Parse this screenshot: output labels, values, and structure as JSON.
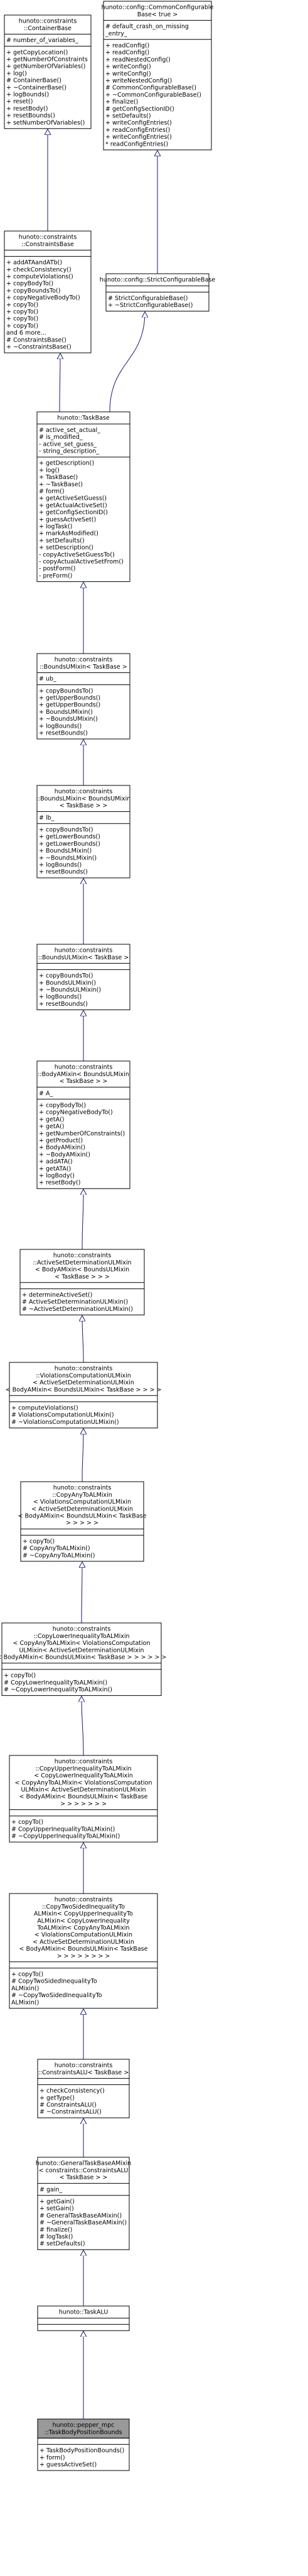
{
  "diagram": {
    "type": "class-inheritance-graph",
    "colors": {
      "node_fill": "#ffffff",
      "node_stroke": "#000000",
      "focus_fill": "#999999",
      "edge": "#191970",
      "text": "#000000"
    },
    "classes": [
      {
        "id": "container_base",
        "title": [
          "hunoto::constraints",
          "::ContainerBase"
        ],
        "attributes": [
          "# number_of_variables_"
        ],
        "operations": [
          "+ getCopyLocation()",
          "+ getNumberOfConstraints",
          "+ getNumberOfVariables()",
          "+ log()",
          "# ContainerBase()",
          "+ ~ContainerBase()",
          "+ logBounds()",
          "+ reset()",
          "+ resetBody()",
          "+ resetBounds()",
          "+ setNumberOfVariables()"
        ]
      },
      {
        "id": "common_configurable_base",
        "title": [
          "hunoto::config::CommonConfigurable",
          "Base< true >"
        ],
        "attributes": [
          "# default_crash_on_missing",
          "_entry_"
        ],
        "operations": [
          "+ readConfig()",
          "+ readConfig()",
          "+ readNestedConfig()",
          "+ writeConfig()",
          "+ writeConfig()",
          "+ writeNestedConfig()",
          "# CommonConfigurableBase()",
          "+ ~CommonConfigurableBase()",
          "+ finalize()",
          "# getConfigSectionID()",
          "+ setDefaults()",
          "+ writeConfigEntries()",
          "+ readConfigEntries()",
          "+ writeConfigEntries()",
          "* readConfigEntries()"
        ]
      },
      {
        "id": "constraints_base",
        "title": [
          "hunoto::constraints",
          "::ConstraintsBase"
        ],
        "attributes": [],
        "operations": [
          "+ addATAandATb()",
          "+ checkConsistency()",
          "+ computeViolations()",
          "+ copyBodyTo()",
          "+ copyBoundsTo()",
          "+ copyNegativeBodyTo()",
          "+ copyTo()",
          "+ copyTo()",
          "+ copyTo()",
          "+ copyTo()",
          "and 6 more...",
          "# ConstraintsBase()",
          "+ ~ConstraintsBase()"
        ]
      },
      {
        "id": "strict_configurable_base",
        "title": [
          "hunoto::config::StrictConfigurableBase"
        ],
        "attributes": [],
        "operations": [
          "# StrictConfigurableBase()",
          "+ ~StrictConfigurableBase()"
        ]
      },
      {
        "id": "task_base",
        "title": [
          "hunoto::TaskBase"
        ],
        "attributes": [
          "# active_set_actual_",
          "# is_modified_",
          "- active_set_guess_",
          "- string_description_"
        ],
        "operations": [
          "+ getDescription()",
          "+ log()",
          "+ TaskBase()",
          "+ ~TaskBase()",
          "# form()",
          "+ getActiveSetGuess()",
          "+ getActualActiveSet()",
          "+ getConfigSectionID()",
          "+ guessActiveSet()",
          "+ logTask()",
          "+ markAsModified()",
          "+ setDefaults()",
          "+ setDescription()",
          "- copyActiveSetGuessTo()",
          "- copyActualActiveSetFrom()",
          "- postForm()",
          "- preForm()"
        ]
      },
      {
        "id": "bounds_u_mixin",
        "title": [
          "hunoto::constraints",
          "::BoundsUMixin< TaskBase >"
        ],
        "attributes": [
          "# ub_"
        ],
        "operations": [
          "+ copyBoundsTo()",
          "+ getUpperBounds()",
          "+ getUpperBounds()",
          "+ BoundsUMixin()",
          "+ ~BoundsUMixin()",
          "+ logBounds()",
          "+ resetBounds()"
        ]
      },
      {
        "id": "bounds_l_mixin",
        "title": [
          "hunoto::constraints",
          "::BoundsLMixin< BoundsUMixin",
          "< TaskBase > >"
        ],
        "attributes": [
          "# lb_"
        ],
        "operations": [
          "+ copyBoundsTo()",
          "+ getLowerBounds()",
          "+ getLowerBounds()",
          "+ BoundsLMixin()",
          "+ ~BoundsLMixin()",
          "+ logBounds()",
          "+ resetBounds()"
        ]
      },
      {
        "id": "bounds_ul_mixin",
        "title": [
          "hunoto::constraints",
          "::BoundsULMixin< TaskBase >"
        ],
        "attributes": [],
        "operations": [
          "+ copyBoundsTo()",
          "+ BoundsULMixin()",
          "+ ~BoundsULMixin()",
          "+ logBounds()",
          "+ resetBounds()"
        ]
      },
      {
        "id": "body_a_mixin",
        "title": [
          "hunoto::constraints",
          "::BodyAMixin< BoundsULMixin",
          "< TaskBase > >"
        ],
        "attributes": [
          "# A_"
        ],
        "operations": [
          "+ copyBodyTo()",
          "+ copyNegativeBodyTo()",
          "+ getA()",
          "+ getA()",
          "+ getNumberOfConstraints()",
          "+ getProduct()",
          "+ BodyAMixin()",
          "+ ~BodyAMixin()",
          "+ addATA()",
          "+ getATA()",
          "+ logBody()",
          "+ resetBody()"
        ]
      },
      {
        "id": "active_set_determination_ul_mixin",
        "title": [
          "hunoto::constraints",
          "::ActiveSetDeterminationULMixin",
          "< BodyAMixin< BoundsULMixin",
          "< TaskBase > > >"
        ],
        "attributes": [],
        "operations": [
          "+ determineActiveSet()",
          "# ActiveSetDeterminationULMixin()",
          "# ~ActiveSetDeterminationULMixin()"
        ]
      },
      {
        "id": "violations_computation_ul_mixin",
        "title": [
          "hunoto::constraints",
          "::ViolationsComputationULMixin",
          "< ActiveSetDeterminationULMixin",
          "< BodyAMixin< BoundsULMixin< TaskBase > > > >"
        ],
        "attributes": [],
        "operations": [
          "+ computeViolations()",
          "# ViolationsComputationULMixin()",
          "# ~ViolationsComputationULMixin()"
        ]
      },
      {
        "id": "copy_any_to_al_mixin",
        "title": [
          "hunoto::constraints",
          "::CopyAnyToALMixin",
          "< ViolationsComputationULMixin",
          "< ActiveSetDeterminationULMixin",
          "< BodyAMixin< BoundsULMixin< TaskBase",
          "> > > > >"
        ],
        "attributes": [],
        "operations": [
          "+ copyTo()",
          "# CopyAnyToALMixin()",
          "# ~CopyAnyToALMixin()"
        ]
      },
      {
        "id": "copy_lower_inequality_to_al_mixin",
        "title": [
          "hunoto::constraints",
          "::CopyLowerInequalityToALMixin",
          "< CopyAnyToALMixin< ViolationsComputation",
          "ULMixin< ActiveSetDeterminationULMixin",
          "< BodyAMixin< BoundsULMixin< TaskBase > > > > > >"
        ],
        "attributes": [],
        "operations": [
          "+ copyTo()",
          "# CopyLowerInequalityToALMixin()",
          "# ~CopyLowerInequalityToALMixin()"
        ]
      },
      {
        "id": "copy_upper_inequality_to_al_mixin",
        "title": [
          "hunoto::constraints",
          "::CopyUpperInequalityToALMixin",
          "< CopyLowerInequalityToALMixin",
          "< CopyAnyToALMixin< ViolationsComputation",
          "ULMixin< ActiveSetDeterminationULMixin",
          "< BodyAMixin< BoundsULMixin< TaskBase",
          "> > > > > > >"
        ],
        "attributes": [],
        "operations": [
          "+ copyTo()",
          "# CopyUpperInequalityToALMixin()",
          "# ~CopyUpperInequalityToALMixin()"
        ]
      },
      {
        "id": "copy_two_sided_inequality_to_al_mixin",
        "title": [
          "hunoto::constraints",
          "::CopyTwoSidedInequalityTo",
          "ALMixin< CopyUpperInequalityTo",
          "ALMixin< CopyLowerInequality",
          "ToALMixin< CopyAnyToALMixin",
          "< ViolationsComputationULMixin",
          "< ActiveSetDeterminationULMixin",
          "< BodyAMixin< BoundsULMixin< TaskBase",
          "> > > > > > > >"
        ],
        "attributes": [],
        "operations": [
          "+ copyTo()",
          "# CopyTwoSidedInequalityTo",
          "ALMixin()",
          "# ~CopyTwoSidedInequalityTo",
          "ALMixin()"
        ]
      },
      {
        "id": "constraints_alu",
        "title": [
          "hunoto::constraints",
          "::ConstraintsALU< TaskBase >"
        ],
        "attributes": [],
        "operations": [
          "+ checkConsistency()",
          "+ getType()",
          "# ConstraintsALU()",
          "# ~ConstraintsALU()"
        ]
      },
      {
        "id": "general_task_base_a_mixin",
        "title": [
          "hunoto::GeneralTaskBaseAMixin",
          "< constraints::ConstraintsALU",
          "< TaskBase > >"
        ],
        "attributes": [
          "# gain_"
        ],
        "operations": [
          "+ getGain()",
          "+ setGain()",
          "# GeneralTaskBaseAMixin()",
          "# ~GeneralTaskBaseAMixin()",
          "# finalize()",
          "# logTask()",
          "# setDefaults()"
        ]
      },
      {
        "id": "task_alu",
        "title": [
          "hunoto::TaskALU"
        ],
        "attributes": [],
        "operations": []
      },
      {
        "id": "task_body_position_bounds",
        "focus": true,
        "title": [
          "hunoto::pepper_mpc",
          "::TaskBodyPositionBounds"
        ],
        "attributes": [],
        "operations": [
          "+ TaskBodyPositionBounds()",
          "+ form()",
          "+ guessActiveSet()"
        ]
      }
    ],
    "inheritance": [
      {
        "child": "constraints_base",
        "parent": "container_base"
      },
      {
        "child": "strict_configurable_base",
        "parent": "common_configurable_base"
      },
      {
        "child": "task_base",
        "parent": "constraints_base"
      },
      {
        "child": "task_base",
        "parent": "strict_configurable_base"
      },
      {
        "child": "bounds_u_mixin",
        "parent": "task_base"
      },
      {
        "child": "bounds_l_mixin",
        "parent": "bounds_u_mixin"
      },
      {
        "child": "bounds_ul_mixin",
        "parent": "bounds_l_mixin"
      },
      {
        "child": "body_a_mixin",
        "parent": "bounds_ul_mixin"
      },
      {
        "child": "active_set_determination_ul_mixin",
        "parent": "body_a_mixin"
      },
      {
        "child": "violations_computation_ul_mixin",
        "parent": "active_set_determination_ul_mixin"
      },
      {
        "child": "copy_any_to_al_mixin",
        "parent": "violations_computation_ul_mixin"
      },
      {
        "child": "copy_lower_inequality_to_al_mixin",
        "parent": "copy_any_to_al_mixin"
      },
      {
        "child": "copy_upper_inequality_to_al_mixin",
        "parent": "copy_lower_inequality_to_al_mixin"
      },
      {
        "child": "copy_two_sided_inequality_to_al_mixin",
        "parent": "copy_upper_inequality_to_al_mixin"
      },
      {
        "child": "constraints_alu",
        "parent": "copy_two_sided_inequality_to_al_mixin"
      },
      {
        "child": "general_task_base_a_mixin",
        "parent": "constraints_alu"
      },
      {
        "child": "task_alu",
        "parent": "general_task_base_a_mixin"
      },
      {
        "child": "task_body_position_bounds",
        "parent": "task_alu"
      }
    ]
  }
}
